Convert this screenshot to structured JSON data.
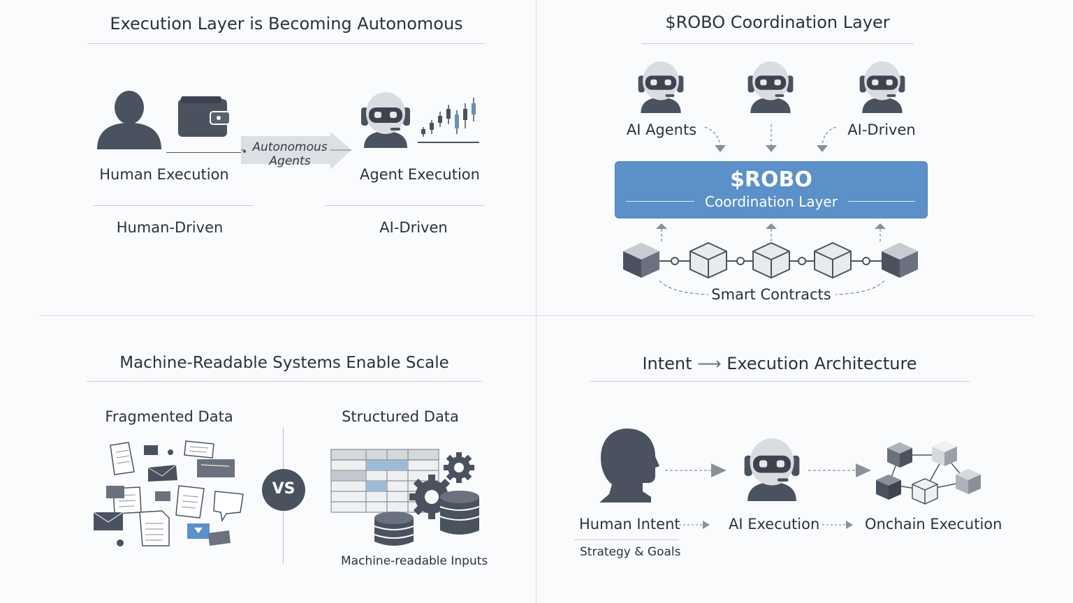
{
  "q1": {
    "title": "Execution Layer is Becoming Autonomous",
    "human_label": "Human Execution",
    "arrow_line1": "Autonomous",
    "arrow_line2": "Agents",
    "agent_label": "Agent Execution",
    "left_footer": "Human-Driven",
    "right_footer": "AI-Driven"
  },
  "q2": {
    "title": "$ROBO Coordination Layer",
    "left_agent_label": "AI Agents",
    "right_agent_label": "AI-Driven",
    "box_title": "$ROBO",
    "box_subtitle": "Coordination Layer",
    "contracts_label": "Smart Contracts",
    "box_color": "#5b90c8"
  },
  "q3": {
    "title": "Machine-Readable Systems Enable Scale",
    "left_label": "Fragmented Data",
    "right_label": "Structured Data",
    "vs": "VS",
    "inputs_label": "Machine-readable Inputs"
  },
  "q4": {
    "title_intent": "Intent",
    "title_rest": "Execution Architecture",
    "human_label": "Human Intent",
    "ai_label": "AI Execution",
    "onchain_label": "Onchain Execution",
    "strategy_label": "Strategy & Goals"
  }
}
